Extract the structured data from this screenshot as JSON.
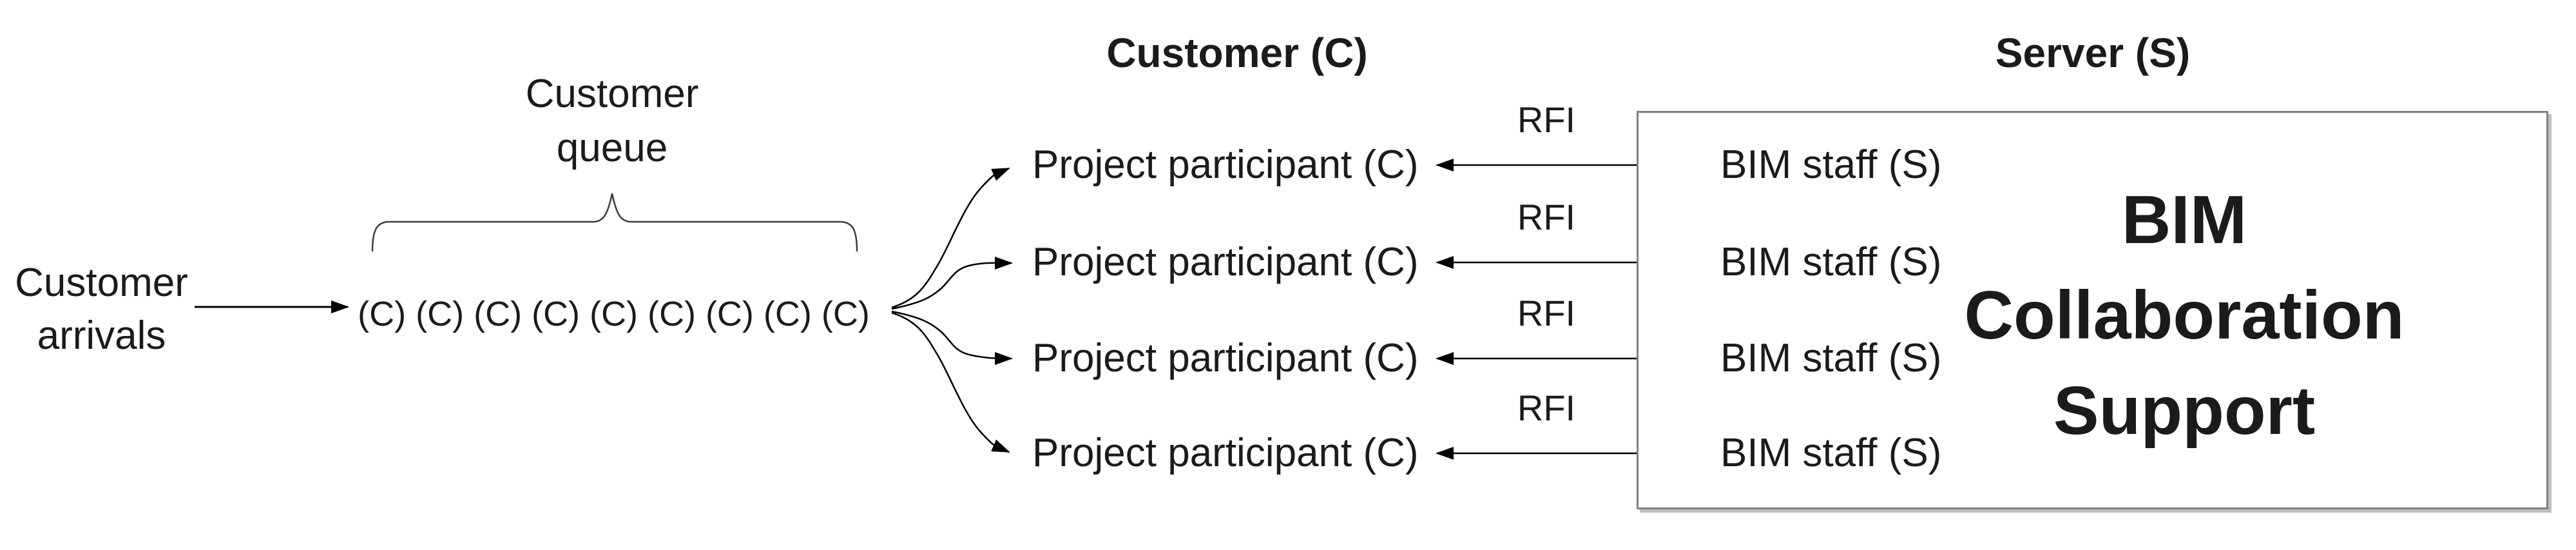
{
  "diagram": {
    "kind": "queueing-model-diagram"
  },
  "left_panel": {
    "arrivals_line1": "Customer",
    "arrivals_line2": "arrivals",
    "queue_label_line1": "Customer",
    "queue_label_line2": "queue",
    "queue_text": "(C) (C) (C) (C) (C) (C) (C) (C) (C)",
    "queue_item": "(C)",
    "queue_count": 9
  },
  "headers": {
    "customer": "Customer (C)",
    "server": "Server (S)"
  },
  "rows": [
    {
      "participant_label": "Project participant (C)",
      "rfi_label": "RFI",
      "staff_label": "BIM staff (S)"
    },
    {
      "participant_label": "Project participant (C)",
      "rfi_label": "RFI",
      "staff_label": "BIM staff (S)"
    },
    {
      "participant_label": "Project participant (C)",
      "rfi_label": "RFI",
      "staff_label": "BIM staff (S)"
    },
    {
      "participant_label": "Project participant (C)",
      "rfi_label": "RFI",
      "staff_label": "BIM staff (S)"
    }
  ],
  "server_box": {
    "line1": "BIM",
    "line2": "Collaboration",
    "line3": "Support"
  },
  "colors": {
    "text": "#1b1b1b",
    "line": "#000000",
    "brace": "#3d3d3d",
    "box_border": "#808080",
    "background": "#ffffff"
  }
}
